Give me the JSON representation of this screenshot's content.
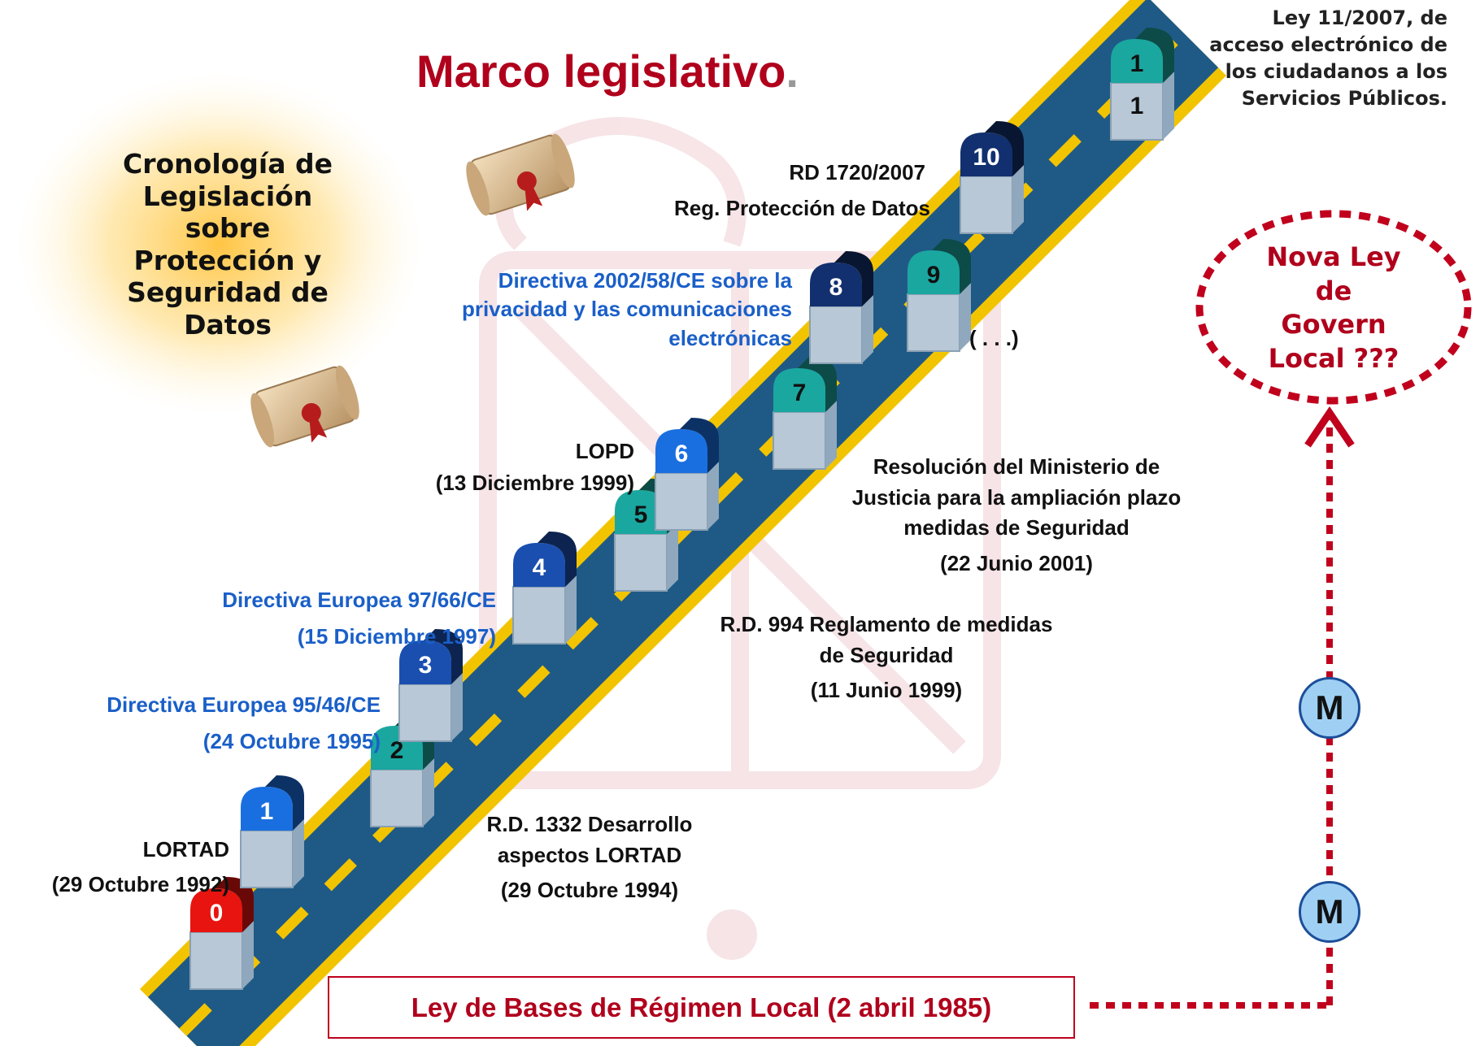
{
  "title": "Marco legislativo",
  "title_dot": ".",
  "chronology_heading": [
    "Cronología de",
    "Legislación",
    "sobre",
    "Protección y",
    "Seguridad de",
    "Datos"
  ],
  "top_right_note": [
    "Ley 11/2007, de",
    "acceso electrónico de",
    "los ciudadanos a los",
    "Servicios Públicos."
  ],
  "milestones": [
    {
      "number": "0",
      "color": "#e8140f"
    },
    {
      "number": "1",
      "color": "#1a6fe0"
    },
    {
      "number": "2",
      "color": "#1aa7a0"
    },
    {
      "number": "3",
      "color": "#1a4fb0"
    },
    {
      "number": "4",
      "color": "#1a4fb0"
    },
    {
      "number": "5",
      "color": "#1aa7a0"
    },
    {
      "number": "6",
      "color": "#1a6fe0"
    },
    {
      "number": "7",
      "color": "#1aa7a0"
    },
    {
      "number": "8",
      "color": "#12306f"
    },
    {
      "number": "9",
      "color": "#1aa7a0"
    },
    {
      "number": "10",
      "color": "#12306f"
    },
    {
      "number": "1",
      "number_bottom": "1",
      "color": "#1aa7a0"
    }
  ],
  "labels": {
    "lortad": {
      "line1": "LORTAD",
      "line2": "(29 Octubre 1992)"
    },
    "rd1332": {
      "line1": "R.D. 1332  Desarrollo",
      "line2": "aspectos LORTAD",
      "line3": "(29 Octubre 1994)"
    },
    "dir9546": {
      "line1": "Directiva Europea 95/46/CE",
      "line2": "(24 Octubre 1995)"
    },
    "dir9766": {
      "line1": "Directiva Europea 97/66/CE",
      "line2": "(15 Diciembre 1997)"
    },
    "rd994": {
      "line1": "R.D. 994 Reglamento de medidas",
      "line2": "de Seguridad",
      "line3": "(11 Junio 1999)"
    },
    "lopd": {
      "line1": "LOPD",
      "line2": "(13 Diciembre 1999)"
    },
    "resolucion": {
      "line1": "Resolución del Ministerio de",
      "line2": "Justicia para la ampliación plazo",
      "line3": "medidas de Seguridad",
      "line4": "(22 Junio 2001)"
    },
    "dir200258": {
      "line1": "Directiva 2002/58/CE sobre la",
      "line2": "privacidad y las comunicaciones",
      "line3": "electrónicas"
    },
    "ellipsis": "( . . .)",
    "rd1720": {
      "line1": "RD 1720/2007",
      "line2": "Reg. Protección de Datos"
    }
  },
  "nova_ley": [
    "Nova Ley",
    "de",
    "Govern",
    "Local ???"
  ],
  "m_markers": [
    "M",
    "M"
  ],
  "bottom_box": "Ley de Bases de Régimen Local   (2 abril 1985)",
  "colors": {
    "accent_red": "#b0001c",
    "road": "#1f5a86",
    "road_border": "#f2c400",
    "lane": "#f2c400",
    "link_blue": "#1a5fc8"
  }
}
